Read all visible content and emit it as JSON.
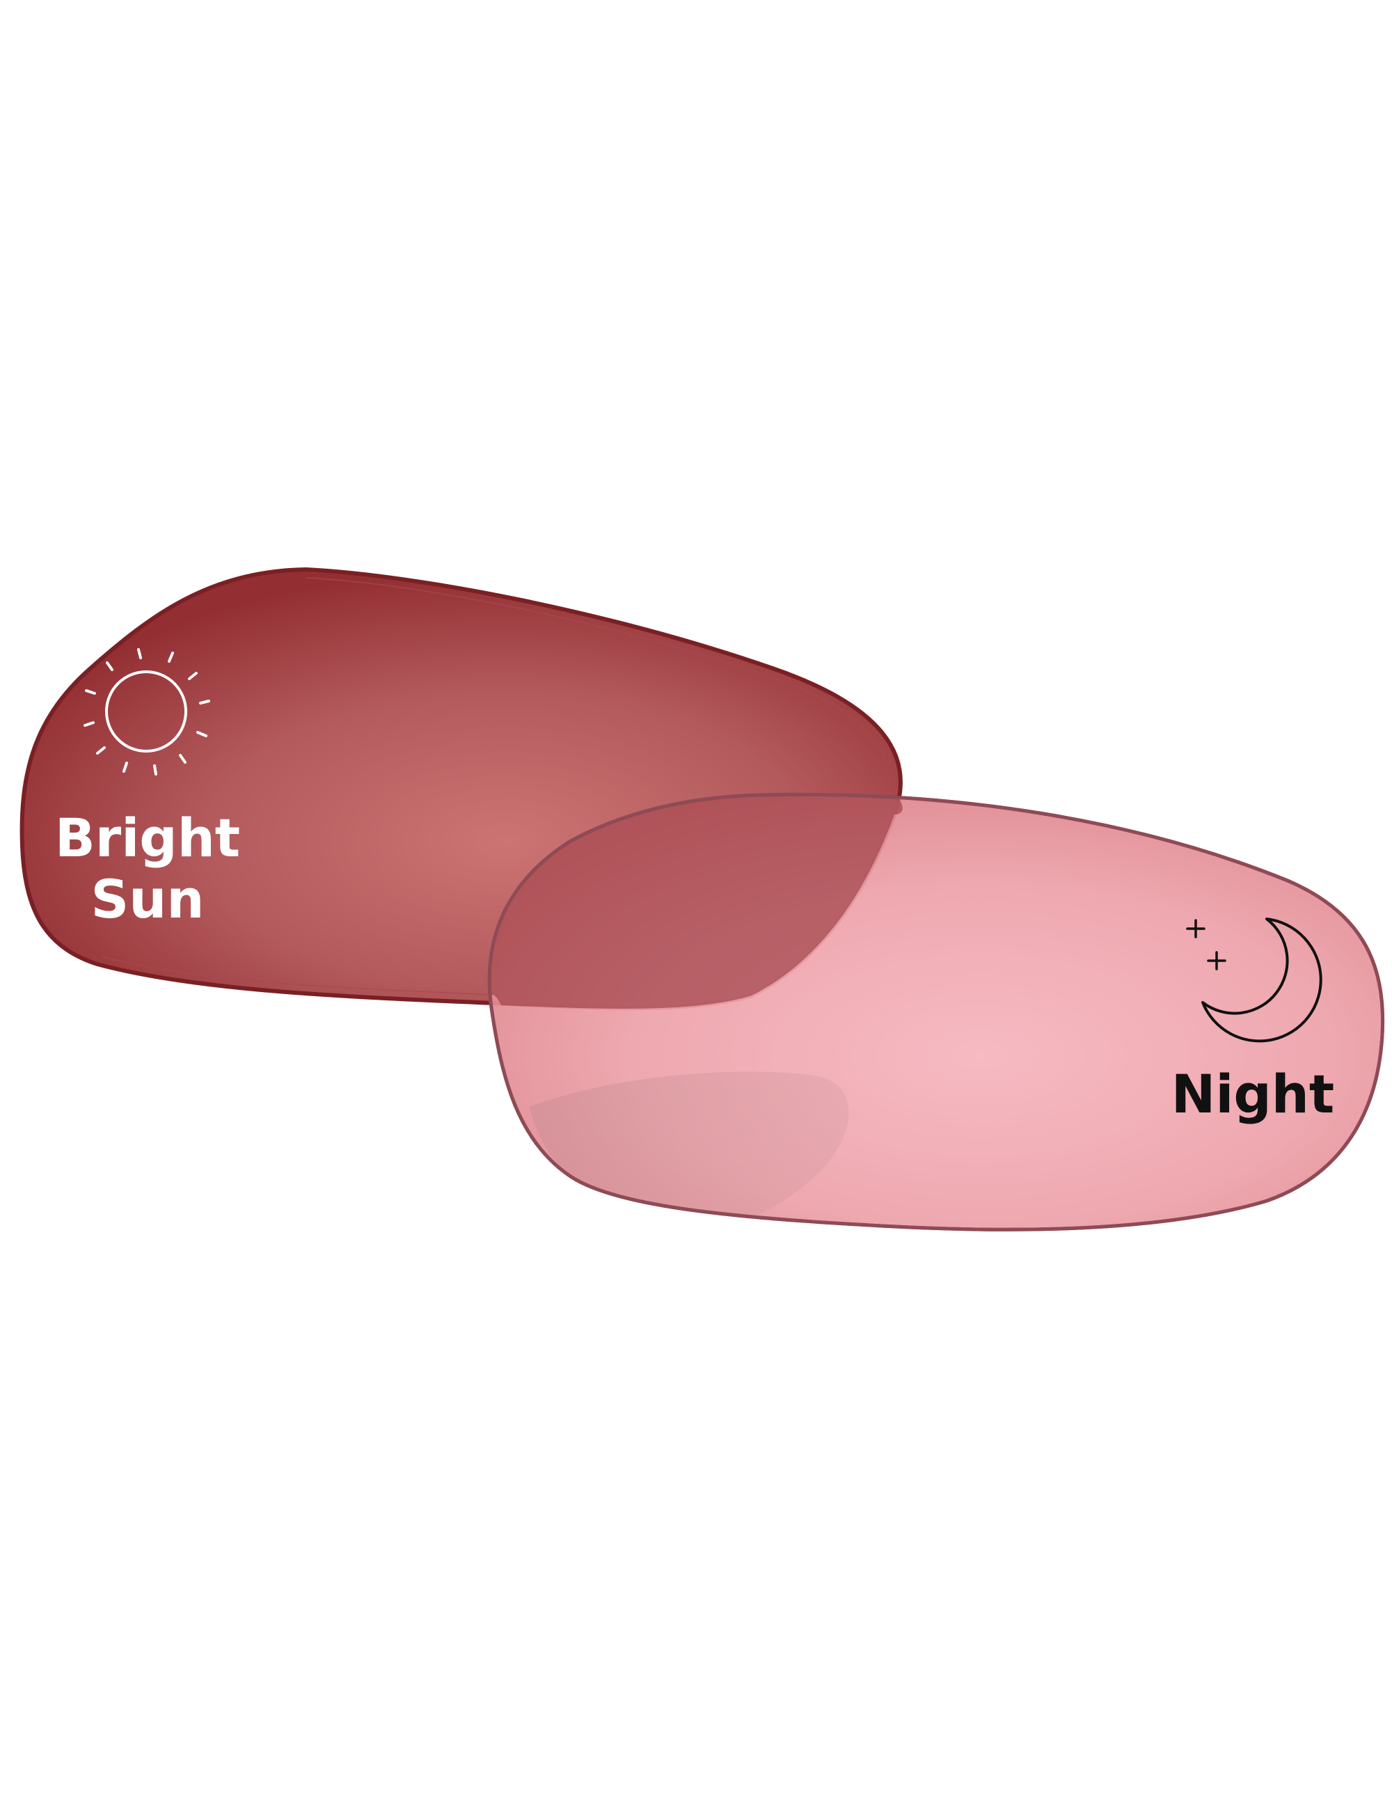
{
  "lenses": {
    "bright": {
      "label_line1": "Bright",
      "label_line2": "Sun",
      "icon": "sun-icon",
      "tint_dark": "#8e2a2c",
      "tint_light": "#cc7474",
      "rim_color": "#7a2025",
      "label_color": "#ffffff"
    },
    "night": {
      "label": "Night",
      "icon": "moon-icon",
      "tint_dark": "#d9767d",
      "tint_light": "#f6b6bf",
      "rim_color": "#8f4b55",
      "label_color": "#111111"
    }
  }
}
